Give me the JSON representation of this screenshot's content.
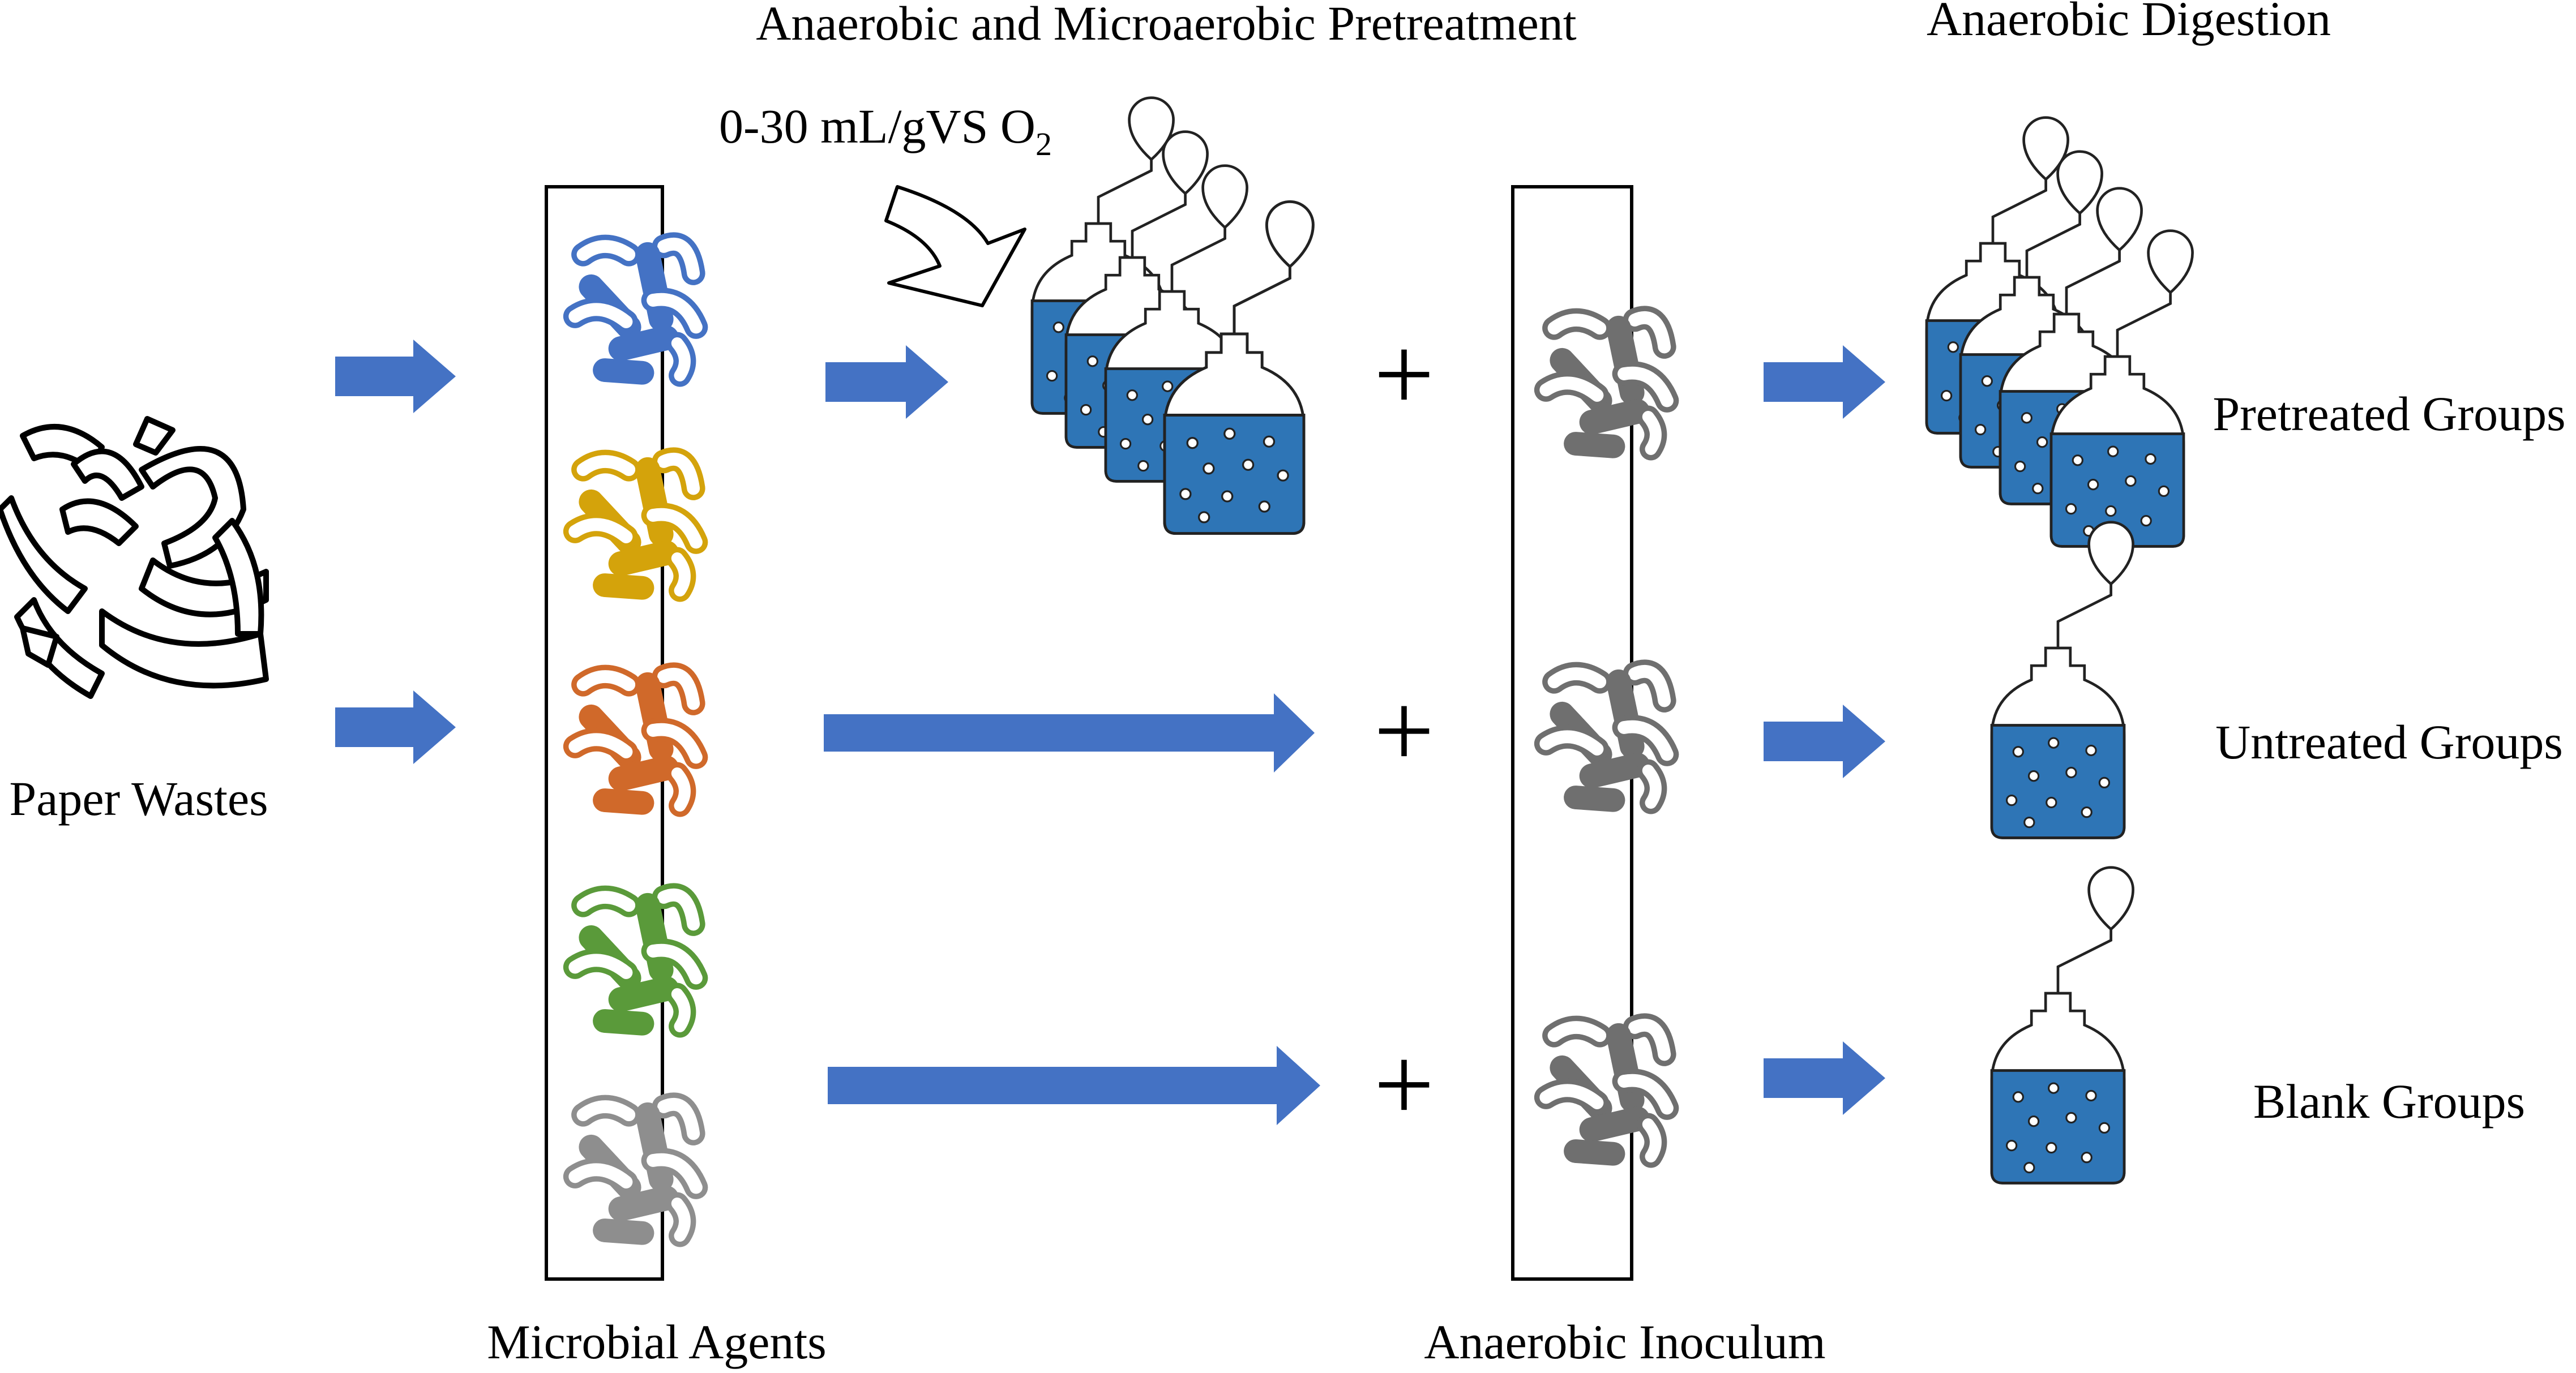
{
  "headers": {
    "pretreatment": "Anaerobic and Microaerobic Pretreatment",
    "digestion": "Anaerobic Digestion"
  },
  "oxygen": {
    "prefix": "0-30 mL/gVS O",
    "subscript": "2"
  },
  "labels": {
    "paper_wastes": "Paper Wastes",
    "microbial_agents": "Microbial Agents",
    "anaerobic_inoculum": "Anaerobic Inoculum"
  },
  "groups": [
    {
      "label": "Pretreated Groups"
    },
    {
      "label": "Untreated Groups"
    },
    {
      "label": "Blank Groups"
    }
  ],
  "operator": "+",
  "colors": {
    "arrow": "#4472c4",
    "liquid": "#2e75b6",
    "agent_blue": "#4472c4",
    "agent_yellow": "#d4a30b",
    "agent_orange": "#d0692a",
    "agent_green": "#5a9a3a",
    "agent_gray": "#8e8e8e",
    "inoculum_gray": "#6f6f6f"
  },
  "agents": [
    {
      "color": "agent_blue"
    },
    {
      "color": "agent_yellow"
    },
    {
      "color": "agent_orange"
    },
    {
      "color": "agent_green"
    },
    {
      "color": "agent_gray"
    }
  ]
}
